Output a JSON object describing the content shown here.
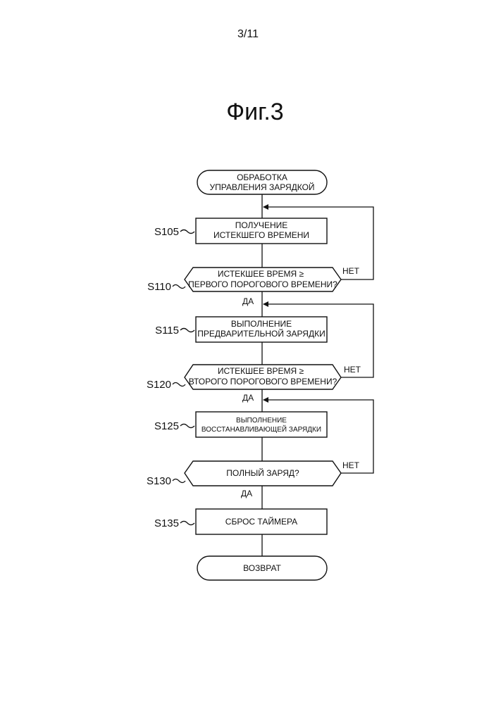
{
  "page": {
    "number": "3/11",
    "figure_title": "Фиг.3"
  },
  "flowchart": {
    "start": {
      "line1": "ОБРАБОТКА",
      "line2": "УПРАВЛЕНИЯ ЗАРЯДКОЙ"
    },
    "s105": {
      "label": "S105",
      "line1": "ПОЛУЧЕНИЕ",
      "line2": "ИСТЕКШЕГО ВРЕМЕНИ"
    },
    "s110": {
      "label": "S110",
      "line1": "ИСТЕКШЕЕ ВРЕМЯ  ≥",
      "line2": "ПЕРВОГО ПОРОГОВОГО ВРЕМЕНИ?",
      "yes": "ДА",
      "no": "НЕТ"
    },
    "s115": {
      "label": "S115",
      "line1": "ВЫПОЛНЕНИЕ",
      "line2": "ПРЕДВАРИТЕЛЬНОЙ ЗАРЯДКИ"
    },
    "s120": {
      "label": "S120",
      "line1": "ИСТЕКШЕЕ ВРЕМЯ  ≥",
      "line2": "ВТОРОГО ПОРОГОВОГО ВРЕМЕНИ?",
      "yes": "ДА",
      "no": "НЕТ"
    },
    "s125": {
      "label": "S125",
      "line1": "ВЫПОЛНЕНИЕ",
      "line2": "ВОССТАНАВЛИВАЮЩЕЙ ЗАРЯДКИ"
    },
    "s130": {
      "label": "S130",
      "line1": "ПОЛНЫЙ ЗАРЯД?",
      "yes": "ДА",
      "no": "НЕТ"
    },
    "s135": {
      "label": "S135",
      "line1": "СБРОС ТАЙМЕРА"
    },
    "end": {
      "line1": "ВОЗВРАТ"
    }
  }
}
